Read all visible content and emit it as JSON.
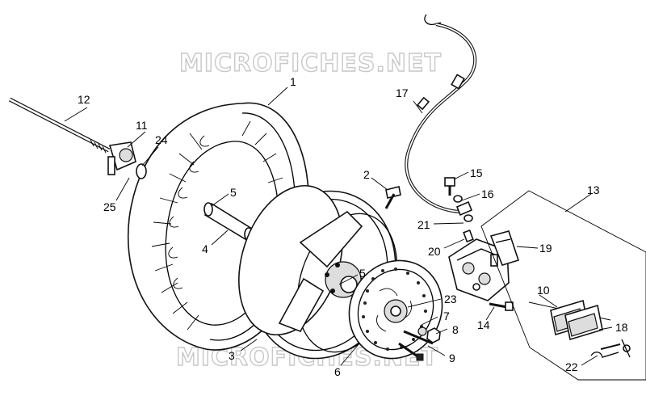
{
  "watermark": "MICROFICHES.NET",
  "callouts": {
    "c1": "1",
    "c2": "2",
    "c3": "3",
    "c4": "4",
    "c5a": "5",
    "c5b": "5",
    "c6": "6",
    "c7": "7",
    "c8": "8",
    "c9": "9",
    "c10": "10",
    "c11": "11",
    "c12": "12",
    "c13": "13",
    "c14": "14",
    "c15": "15",
    "c16": "16",
    "c17": "17",
    "c18": "18",
    "c19": "19",
    "c20": "20",
    "c21": "21",
    "c22": "22",
    "c23": "23",
    "c24": "24",
    "c25": "25"
  },
  "icons": [
    "tyre-icon",
    "rim-icon",
    "brake-disc-icon",
    "caliper-icon",
    "brake-hose-icon",
    "axle-icon"
  ]
}
